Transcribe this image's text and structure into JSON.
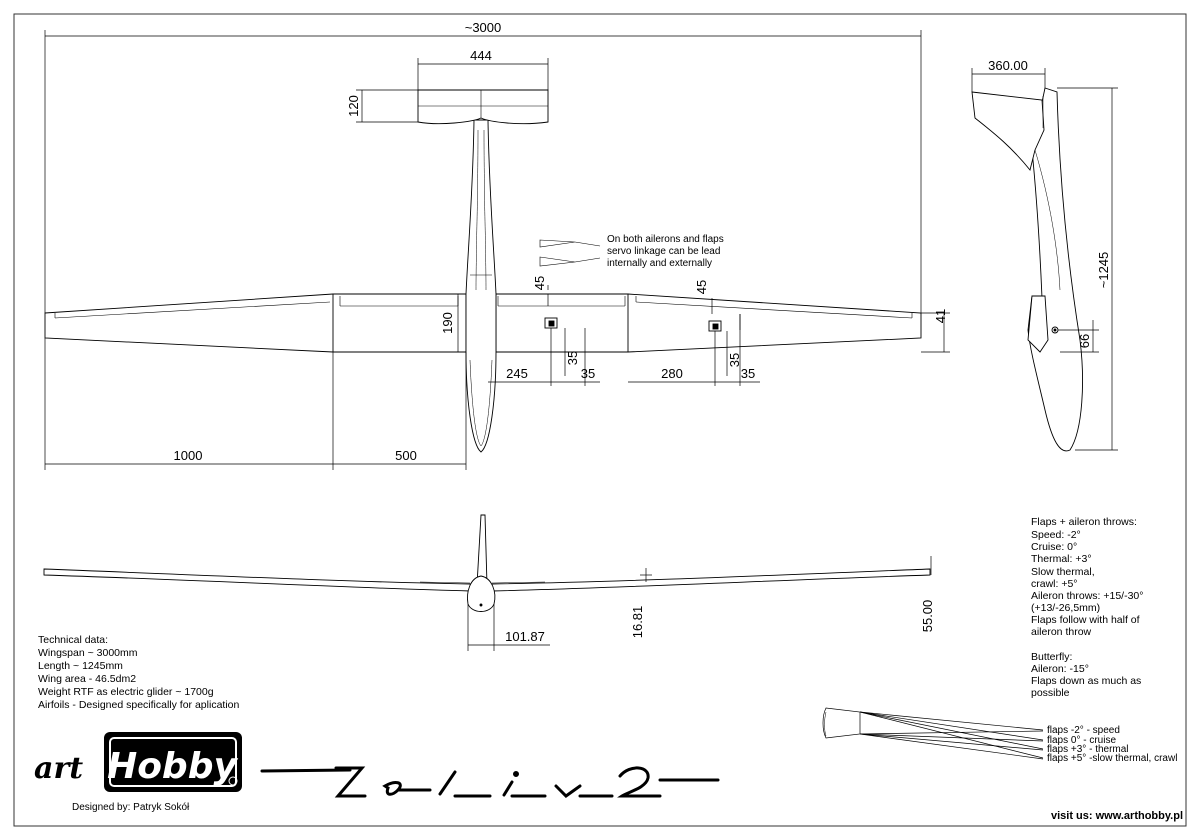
{
  "dimensions": {
    "span": "~3000",
    "stab_span": "444",
    "stab_chord": "120",
    "fin_length": "360.00",
    "fuselage_length": "~1245",
    "root_chord": "190",
    "aileron_h": "45",
    "flap_h": "45",
    "tip_chord": "41",
    "canopy_h": "66",
    "flap_pos": "245",
    "flap_w1": "35",
    "flap_w2": "35",
    "aileron_pos": "280",
    "aileron_w1": "35",
    "aileron_w2": "35",
    "outer_panel": "1000",
    "inner_panel": "500",
    "fuselage_width": "101.87",
    "dihedral_inner": "16.81",
    "dihedral_tip": "55.00"
  },
  "linkage_note": [
    "On both ailerons and flaps",
    "servo linkage can be lead",
    "internally and externally"
  ],
  "technical": {
    "title": "Technical data:",
    "lines": [
      "Wingspan ~ 3000mm",
      "Length ~ 1245mm",
      "Wing area - 46.5dm2",
      "Weight RTF as electric glider  ~ 1700g",
      "Airfoils - Designed specifically for aplication"
    ]
  },
  "throws": {
    "lines": [
      "Flaps + aileron throws:",
      "Speed: -2°",
      "Cruise: 0°",
      "Thermal: +3°",
      "Slow thermal,",
      "crawl: +5°",
      "Aileron throws: +15/-30°",
      "(+13/-26,5mm)",
      "Flaps follow with half of",
      "aileron throw",
      "Butterfly:",
      "Aileron: -15°",
      "Flaps down as much as",
      "possible"
    ]
  },
  "flap_legend": [
    "flaps -2° - speed",
    "flaps 0° - cruise",
    "flaps +3° - thermal",
    "flaps +5° -slow thermal, crawl"
  ],
  "logo": {
    "prefix": "art",
    "name": "Hobby"
  },
  "model_name": "Zefir 2",
  "designer": "Designed by: Patryk Sokół",
  "website_label": "visit us: www.arthobby.pl"
}
